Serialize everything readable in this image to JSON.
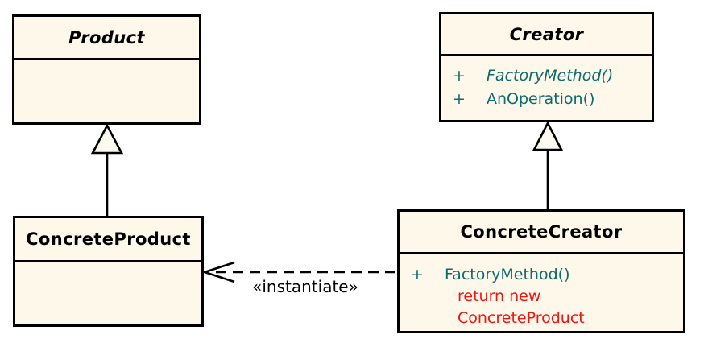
{
  "colors": {
    "background": "#ffffff",
    "box_fill": "#fdf8ea",
    "border": "#000000",
    "method_text": "#0e6a6c",
    "note_text": "#ee1511",
    "title_text": "#000000",
    "label_text": "#000000"
  },
  "classes": {
    "product": {
      "name": "Product",
      "abstract": true
    },
    "creator": {
      "name": "Creator",
      "abstract": true,
      "methods": [
        {
          "visibility": "+",
          "name": "FactoryMethod()",
          "italic": true
        },
        {
          "visibility": "+",
          "name": "AnOperation()",
          "italic": false
        }
      ]
    },
    "concrete_product": {
      "name": "ConcreteProduct",
      "abstract": false
    },
    "concrete_creator": {
      "name": "ConcreteCreator",
      "abstract": false,
      "methods": [
        {
          "visibility": "+",
          "name": "FactoryMethod()",
          "italic": false
        }
      ],
      "note_lines": [
        "return new",
        "ConcreteProduct"
      ]
    }
  },
  "relationships": {
    "product_generalization": {
      "type": "generalization",
      "from": "ConcreteProduct",
      "to": "Product"
    },
    "creator_generalization": {
      "type": "generalization",
      "from": "ConcreteCreator",
      "to": "Creator"
    },
    "instantiate": {
      "type": "dependency-dashed",
      "from": "ConcreteCreator",
      "to": "ConcreteProduct",
      "label": "«instantiate»"
    }
  }
}
